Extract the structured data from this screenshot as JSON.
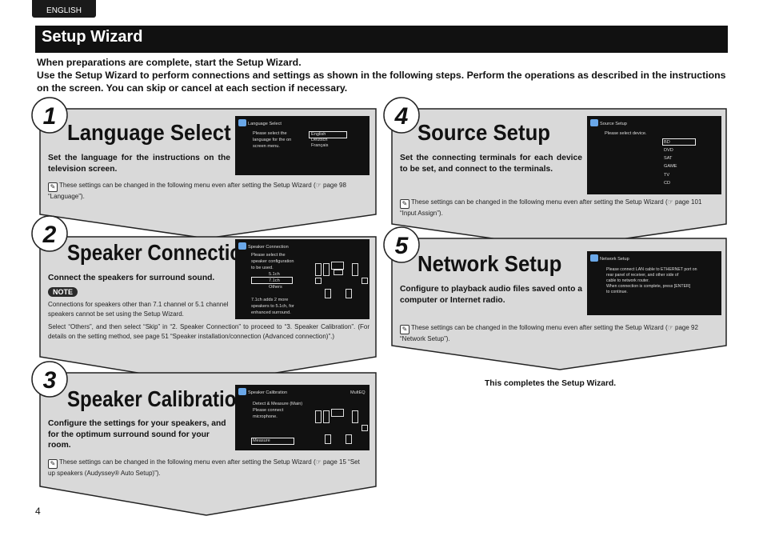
{
  "header": {
    "language_tab": "ENGLISH",
    "section_title": "Setup Wizard"
  },
  "intro": {
    "line1": "When preparations are complete, start the Setup Wizard.",
    "line2": "Use the Setup Wizard to perform connections and settings as shown in the following steps. Perform the operations as described in the instructions on the screen. You can skip or cancel at each section if necessary."
  },
  "steps": [
    {
      "number": "1",
      "title": "Language Select",
      "description": "Set the language for the instructions on the television screen.",
      "note": "These settings can be changed in the following menu even after setting the Setup Wizard (☞ page 98 “Language”).",
      "screen": {
        "header": "Language Select",
        "prompt": "Please select the\nlanguage for the on\nscreen menu.",
        "options": [
          "English",
          "Deutsch",
          "Français"
        ]
      }
    },
    {
      "number": "2",
      "title": "Speaker Connection",
      "description": "Connect the speakers for surround sound.",
      "note_label": "NOTE",
      "note": "Connections for speakers other than 7.1 channel or 5.1 channel speakers cannot be set using the Setup Wizard.",
      "extra": "Select “Others”, and then select “Skip” in “2. Speaker Connection” to proceed to “3. Speaker Calibration”. (For details on the setting method, see page 51 “Speaker installation/connection (Advanced connection)”.)",
      "screen": {
        "header": "Speaker Connection",
        "prompt": "Please select the\nspeaker configuration\nto be used.",
        "options": [
          "5.1ch",
          "7.1ch",
          "Others"
        ],
        "footer": "7.1ch adds 2 more\nspeakers to 5.1ch, for\nenhanced surround."
      }
    },
    {
      "number": "3",
      "title": "Speaker Calibration",
      "description": "Configure the settings for your speakers, and for the optimum surround sound for your room.",
      "note": "These settings can be changed in the following menu even after setting the Setup Wizard (☞ page 15 “Set up speakers (Audyssey® Auto Setup)”).",
      "screen": {
        "header": "Speaker Calibration",
        "header_right": "MultEQ",
        "prompt": "Detect & Measure (Main)\nPlease connect\nmicrophone.",
        "button": "Measure"
      }
    },
    {
      "number": "4",
      "title": "Source Setup",
      "description": "Set the connecting terminals for each device to be set, and connect to the terminals.",
      "note": "These settings can be changed in the following menu even after setting the Setup Wizard (☞ page 101 “Input Assign”).",
      "screen": {
        "header": "Source Setup",
        "prompt": "Please select device.",
        "options": [
          "BD",
          "DVD",
          "SAT",
          "GAME",
          "TV",
          "CD"
        ]
      }
    },
    {
      "number": "5",
      "title": "Network Setup",
      "description": "Configure to playback audio files saved onto a computer or Internet radio.",
      "note": "These settings can be changed in the following menu even after setting the Setup Wizard (☞ page 92 “Network Setup”).",
      "screen": {
        "header": "Network Setup",
        "prompt": "Please connect LAN cable to ETHERNET port on\nrear panel of receiver, and other side of\ncable to network router.\nWhen connection is complete, press [ENTER]\nto continue."
      }
    }
  ],
  "completion": "This completes the Setup Wizard.",
  "page_number": "4"
}
